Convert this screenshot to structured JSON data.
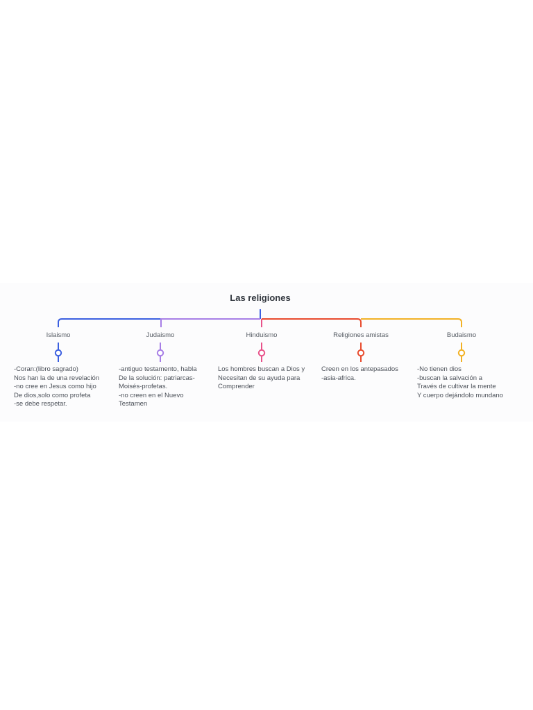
{
  "map": {
    "title": "Las religiones",
    "branches": [
      {
        "label": "Islaismo",
        "color": "#3b5fe0",
        "lines": [
          "-Coran:(libro sagrado)",
          "Nos han la de una revelación",
          "-no cree en Jesus como hijo",
          "De dios,solo como profeta",
          "-se debe respetar."
        ]
      },
      {
        "label": "Judaismo",
        "color": "#a77ee6",
        "lines": [
          "-antiguo testamento, habla",
          "De la solución: patriarcas-",
          "Moisés-profetas.",
          "-no creen en el Nuevo",
          "Testamen"
        ]
      },
      {
        "label": "Hinduismo",
        "color": "#e8528a",
        "lines": [
          "Los hombres buscan a Dios y",
          "Necesitan de su ayuda para",
          "Comprender"
        ]
      },
      {
        "label": "Religiones amistas",
        "color": "#e84a2c",
        "lines": [
          "Creen en los antepasados",
          "-asia-africa."
        ]
      },
      {
        "label": "Budaismo",
        "color": "#f2b124",
        "lines": [
          "-No tienen dios",
          "-buscan la salvación a",
          "Través de cultivar la mente",
          "Y cuerpo dejándolo mundano"
        ]
      }
    ]
  }
}
